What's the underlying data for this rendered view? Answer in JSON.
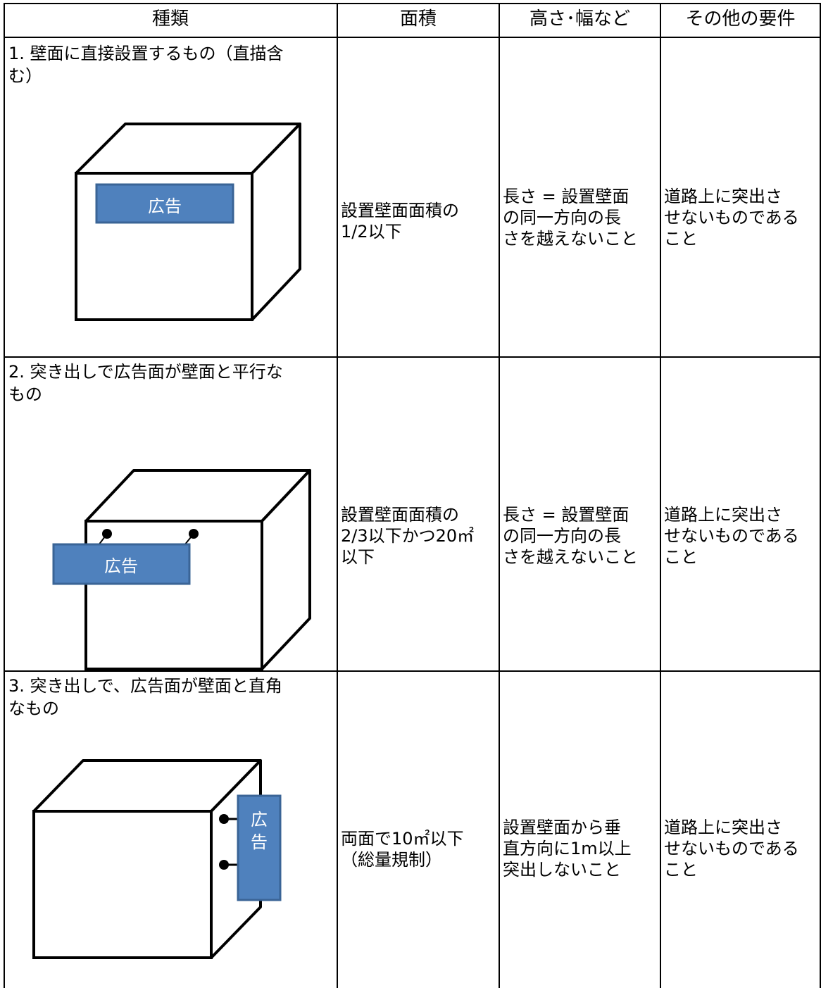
{
  "table": {
    "headers": [
      "種類",
      "面積",
      "高さ･幅など",
      "その他の要件"
    ],
    "rows": [
      {
        "type": "1. 壁面に直接設置するもの（直描含\nむ）",
        "area": "設置壁面面積の\n1/2以下",
        "size": "長さ = 設置壁面\nの同一方向の長\nさを越えないこと",
        "other": "道路上に突出さ\nせないものである\nこと",
        "sign_label": "広告"
      },
      {
        "type": "2. 突き出しで広告面が壁面と平行な\nもの",
        "area": "設置壁面面積の\n2/3以下かつ20㎡\n以下",
        "size": "長さ = 設置壁面\nの同一方向の長\nさを越えないこと",
        "other": "道路上に突出さ\nせないものである\nこと",
        "sign_label": "広告"
      },
      {
        "type": "3. 突き出しで、広告面が壁面と直角\nなもの",
        "area": "両面で10㎡以下\n（総量規制）",
        "size": "設置壁面から垂\n直方向に1m以上\n突出しないこと",
        "other": "道路上に突出さ\nせないものである\nこと",
        "sign_label_1": "広",
        "sign_label_2": "告"
      }
    ]
  },
  "colors": {
    "sign_fill": "#4f81bd",
    "sign_border": "#3a6496",
    "sign_text": "#ffffff",
    "line": "#000000"
  }
}
